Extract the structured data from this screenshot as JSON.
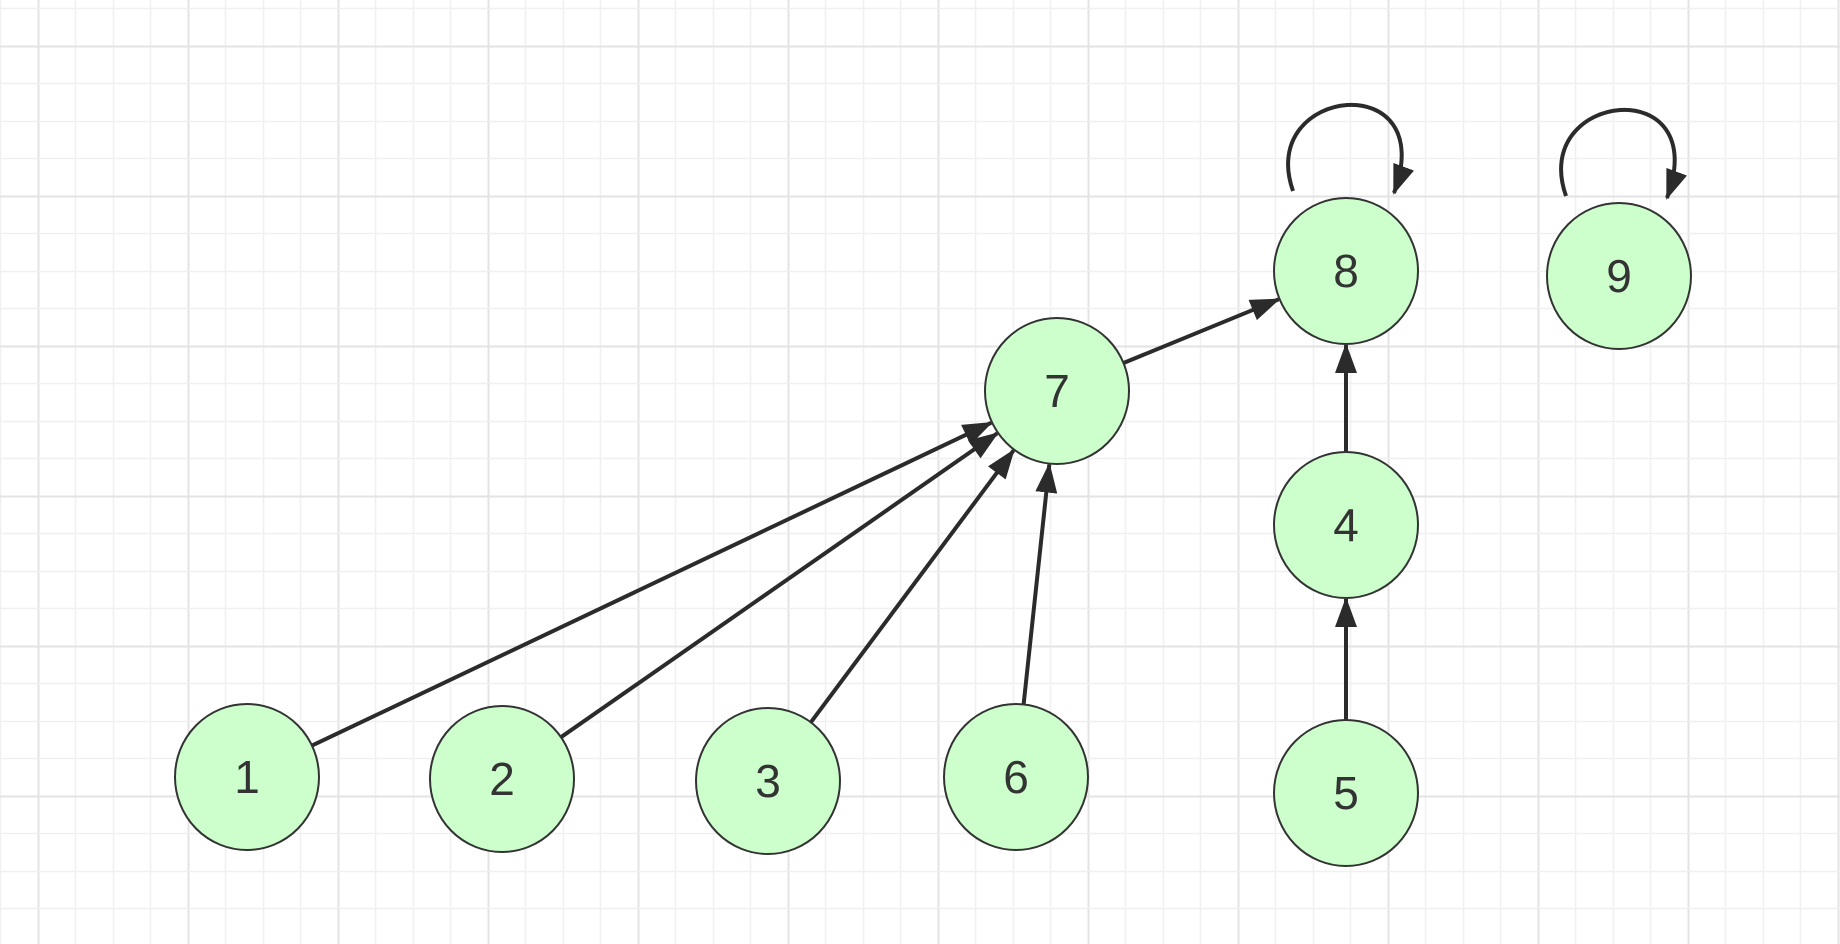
{
  "diagram": {
    "type": "directed-graph",
    "node_fill": "#ccffcc",
    "node_stroke": "#333333",
    "edge_color": "#2b2b2b",
    "grid_minor_color": "#f0f0f0",
    "grid_major_color": "#e3e3e3",
    "nodes": [
      {
        "id": "1",
        "label": "1"
      },
      {
        "id": "2",
        "label": "2"
      },
      {
        "id": "3",
        "label": "3"
      },
      {
        "id": "6",
        "label": "6"
      },
      {
        "id": "7",
        "label": "7"
      },
      {
        "id": "8",
        "label": "8"
      },
      {
        "id": "9",
        "label": "9"
      },
      {
        "id": "4",
        "label": "4"
      },
      {
        "id": "5",
        "label": "5"
      }
    ],
    "edges": [
      {
        "from": "1",
        "to": "7"
      },
      {
        "from": "2",
        "to": "7"
      },
      {
        "from": "3",
        "to": "7"
      },
      {
        "from": "6",
        "to": "7"
      },
      {
        "from": "7",
        "to": "8"
      },
      {
        "from": "4",
        "to": "8"
      },
      {
        "from": "5",
        "to": "4"
      },
      {
        "from": "8",
        "to": "8"
      },
      {
        "from": "9",
        "to": "9"
      }
    ]
  }
}
